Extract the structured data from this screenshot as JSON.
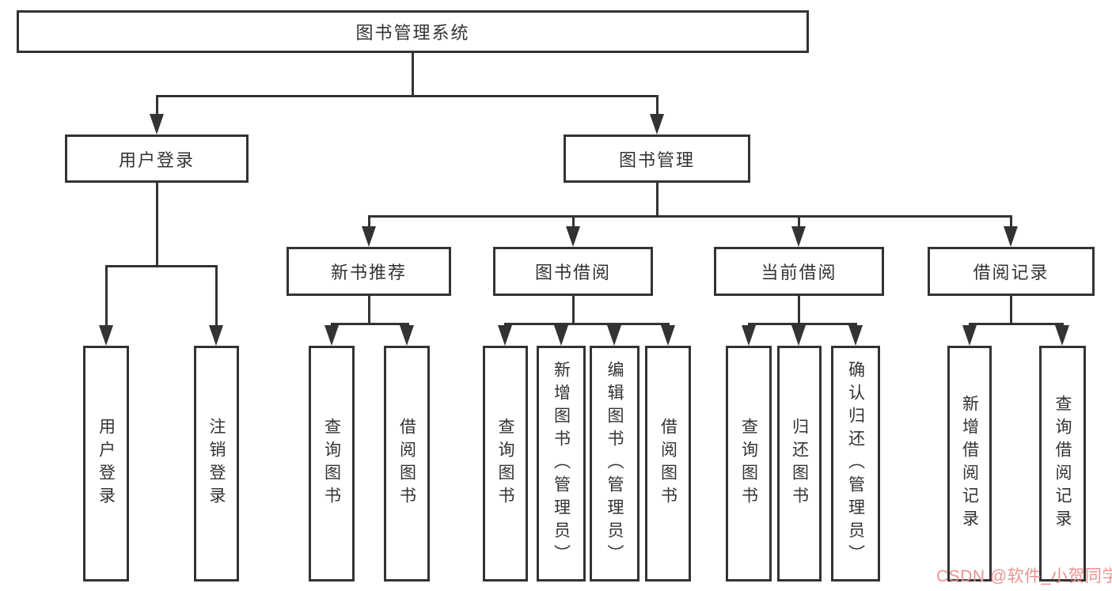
{
  "colors": {
    "line": "#333333",
    "box_border": "#333333",
    "text": "#333333",
    "watermark": "#ee9191",
    "background": "#ffffff"
  },
  "tree": {
    "label": "图书管理系统",
    "children": [
      {
        "label": "用户登录",
        "children": [
          {
            "label": "用户登录"
          },
          {
            "label": "注销登录"
          }
        ]
      },
      {
        "label": "图书管理",
        "children": [
          {
            "label": "新书推荐",
            "children": [
              {
                "label": "查询图书"
              },
              {
                "label": "借阅图书"
              }
            ]
          },
          {
            "label": "图书借阅",
            "children": [
              {
                "label": "查询图书"
              },
              {
                "label": "新增图书（管理员）"
              },
              {
                "label": "编辑图书（管理员）"
              },
              {
                "label": "借阅图书"
              }
            ]
          },
          {
            "label": "当前借阅",
            "children": [
              {
                "label": "查询图书"
              },
              {
                "label": "归还图书"
              },
              {
                "label": "确认归还（管理员）"
              }
            ]
          },
          {
            "label": "借阅记录",
            "children": [
              {
                "label": "新增借阅记录"
              },
              {
                "label": "查询借阅记录"
              }
            ]
          }
        ]
      }
    ]
  },
  "watermark": {
    "text": "CSDN @软件_小贺同学"
  }
}
